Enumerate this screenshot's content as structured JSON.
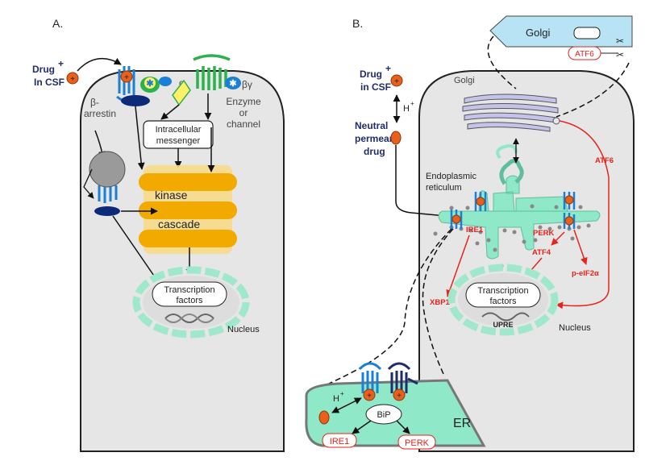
{
  "panel_a": {
    "label": "A.",
    "drug_label": "Drug",
    "drug_charge": "+",
    "csf_label": "In CSF",
    "beta_arrestin_1": "β-",
    "beta_arrestin_2": "arrestin",
    "alpha": "α",
    "beta_gamma": "βγ",
    "enzyme_1": "Enzyme",
    "enzyme_2": "or",
    "enzyme_3": "channel",
    "messenger_1": "Intracellular",
    "messenger_2": "messenger",
    "kinase": "kinase",
    "cascade": "cascade",
    "tf_1": "Transcription",
    "tf_2": "factors",
    "nucleus": "Nucleus"
  },
  "panel_b": {
    "label": "B.",
    "drug_label": "Drug",
    "drug_charge": "+",
    "csf_label": "in CSF",
    "proton": "H",
    "proton_charge": "+",
    "neutral_1": "Neutral",
    "neutral_2": "permeant",
    "neutral_3": "drug",
    "golgi_inner": "Golgi",
    "golgi_box": "Golgi",
    "atf6_box": "ATF6",
    "atf6": "ATF6",
    "er_1": "Endoplasmic",
    "er_2": "reticulum",
    "ire1": "IRE1",
    "perk": "PERK",
    "atf4": "ATF4",
    "peif2a": "p-eIF2α",
    "xbp1": "XBP1",
    "tf_1": "Transcription",
    "tf_2": "factors",
    "upre": "UPRE",
    "nucleus": "Nucleus"
  },
  "inset": {
    "proton": "H",
    "proton_charge": "+",
    "bip": "BiP",
    "er": "ER",
    "ire1": "IRE1",
    "perk": "PERK"
  },
  "colors": {
    "cell": "#e6e6e6",
    "er": "#8fe8c8",
    "kinase": "#f2a900",
    "drug": "#e8601c",
    "receptor": "#1a7fd6",
    "gpcr_green": "#2bb24c",
    "red": "#e8231c",
    "navy": "#1f2d6b",
    "golgi": "#c5c3ea"
  }
}
